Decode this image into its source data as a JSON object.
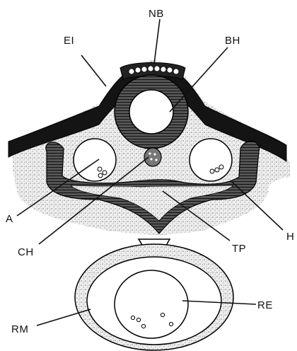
{
  "figure": {
    "labels": {
      "nb": "NB",
      "ei": "EI",
      "bh": "BH",
      "a": "A",
      "h": "H",
      "ch": "CH",
      "tp": "TP",
      "rm": "RM",
      "re": "RE"
    },
    "colors": {
      "ink": "#111111",
      "stipple": "#cfcfcf",
      "fill_light": "#e6e6e6",
      "background": "#ffffff"
    }
  }
}
